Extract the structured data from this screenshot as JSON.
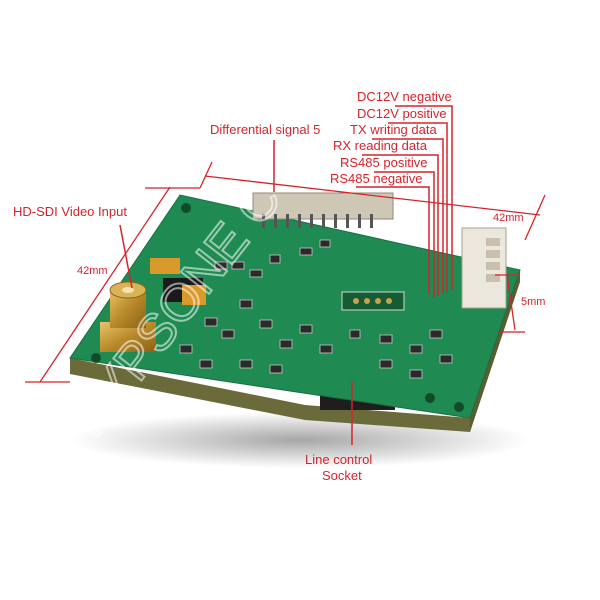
{
  "figure": {
    "subject": "HD-SDI camera module PCB",
    "accent_color": "#d6232b",
    "board_color": "#1f8a52",
    "watermark": "RYPSONE CO.,LTD"
  },
  "callouts": {
    "dc12v_negative": "DC12V negative",
    "dc12v_positive": "DC12V positive",
    "tx_writing_data": "TX writing data",
    "rx_reading_data": "RX reading data",
    "rs485_positive": "RS485 positive",
    "rs485_negative": "RS485 negative",
    "differential_signal": "Differential signal 5",
    "hd_sdi_input": "HD-SDI Video Input",
    "line_control_1": "Line control",
    "line_control_2": "Socket"
  },
  "dimensions": {
    "width_top": "42mm",
    "width_left": "42mm",
    "thickness": "5mm"
  }
}
